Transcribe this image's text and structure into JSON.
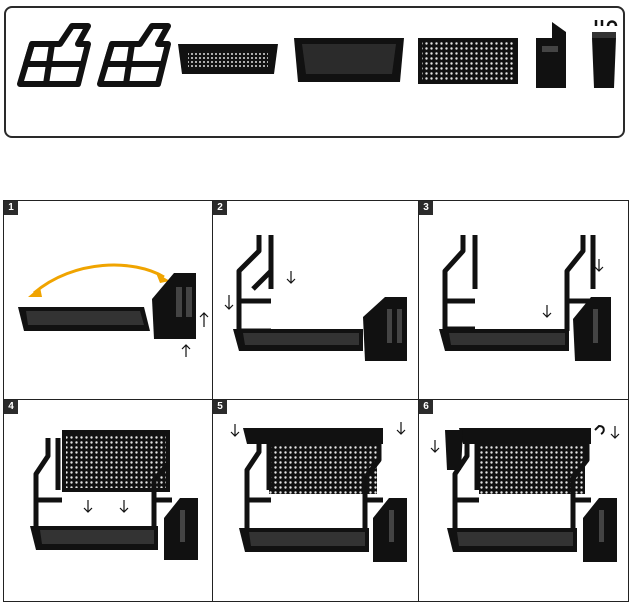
{
  "colors": {
    "product": "#111111",
    "frame": "#2a2a2a",
    "arrow_curve": "#f0a400"
  },
  "steps": [
    {
      "number": "1"
    },
    {
      "number": "2"
    },
    {
      "number": "3"
    },
    {
      "number": "4"
    },
    {
      "number": "5"
    },
    {
      "number": "6"
    }
  ]
}
